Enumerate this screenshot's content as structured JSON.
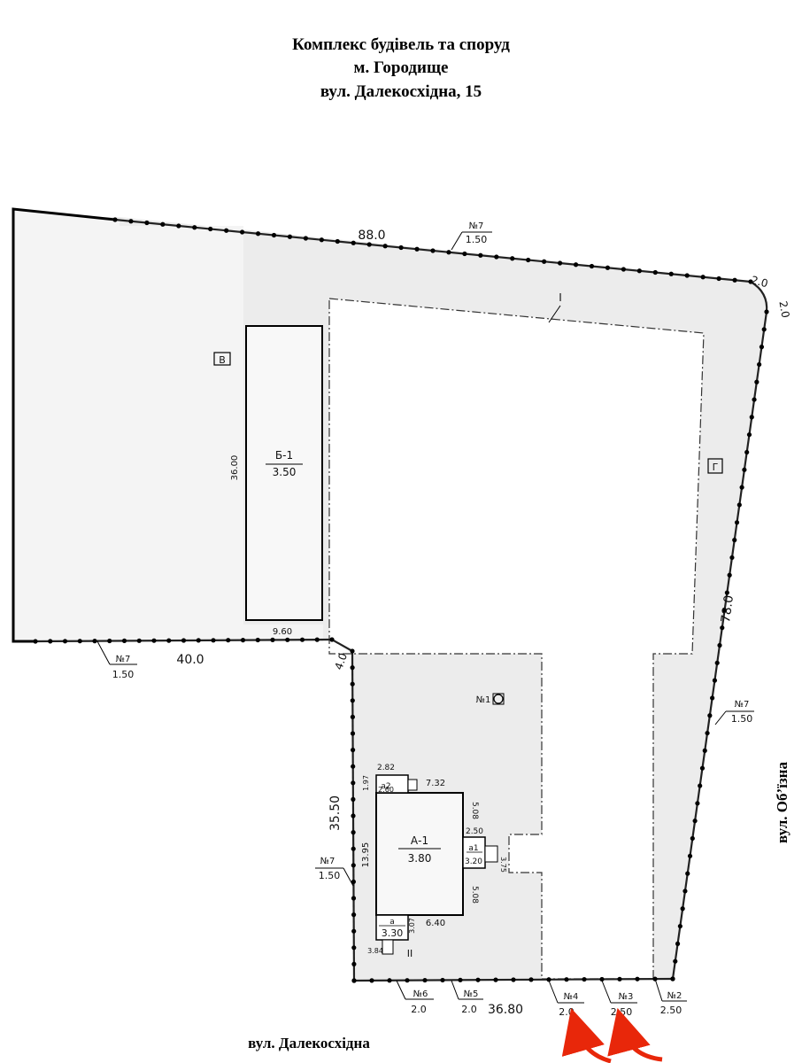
{
  "title": {
    "line1": "Комплекс будівель та споруд",
    "line2": "м. Городище",
    "line3": "вул. Далекосхідна, 15"
  },
  "streets": {
    "bottom": "вул. Далекосхідна",
    "right": "вул. Об’їзна"
  },
  "dimensions": {
    "north": "88.0",
    "east": "78.0",
    "south_left": "40.0",
    "south_bottom": "36.80",
    "west_lower": "35.50",
    "notch": "4.0",
    "corner_a": "2.0",
    "corner_b": "2.0"
  },
  "fences": {
    "n7_top": {
      "no": "№7",
      "h": "1.50"
    },
    "n7_left": {
      "no": "№7",
      "h": "1.50"
    },
    "n7_right": {
      "no": "№7",
      "h": "1.50"
    },
    "n7_west": {
      "no": "№7",
      "h": "1.50"
    },
    "n6": {
      "no": "№6",
      "h": "2.0"
    },
    "n5": {
      "no": "№5",
      "h": "2.0"
    },
    "n4": {
      "no": "№4",
      "h": "2.0"
    },
    "n3": {
      "no": "№3",
      "h": "2.50"
    },
    "n2": {
      "no": "№2",
      "h": "2.50"
    }
  },
  "zones": {
    "I": "I",
    "II": "II",
    "V": "В",
    "G": "Г"
  },
  "building_b": {
    "name": "Б-1",
    "height": "3.50",
    "length": "36.00",
    "width": "9.60"
  },
  "building_a": {
    "name": "А-1",
    "height": "3.80",
    "dims": {
      "top": "7.32",
      "left": "13.95",
      "right_a": "5.08",
      "right_b": "5.08",
      "bottom": "6.40",
      "small_top": "1.97",
      "w282": "2.82",
      "w260": "2.60",
      "w250": "2.50",
      "w307": "3.07",
      "w384": "3.84",
      "w375": "3.75"
    },
    "annex_a2": {
      "name": "а2"
    },
    "annex_a1": {
      "name": "а1",
      "height": "3.20"
    },
    "annex_a": {
      "name": "а",
      "height": "3.30"
    }
  },
  "well": "№1"
}
